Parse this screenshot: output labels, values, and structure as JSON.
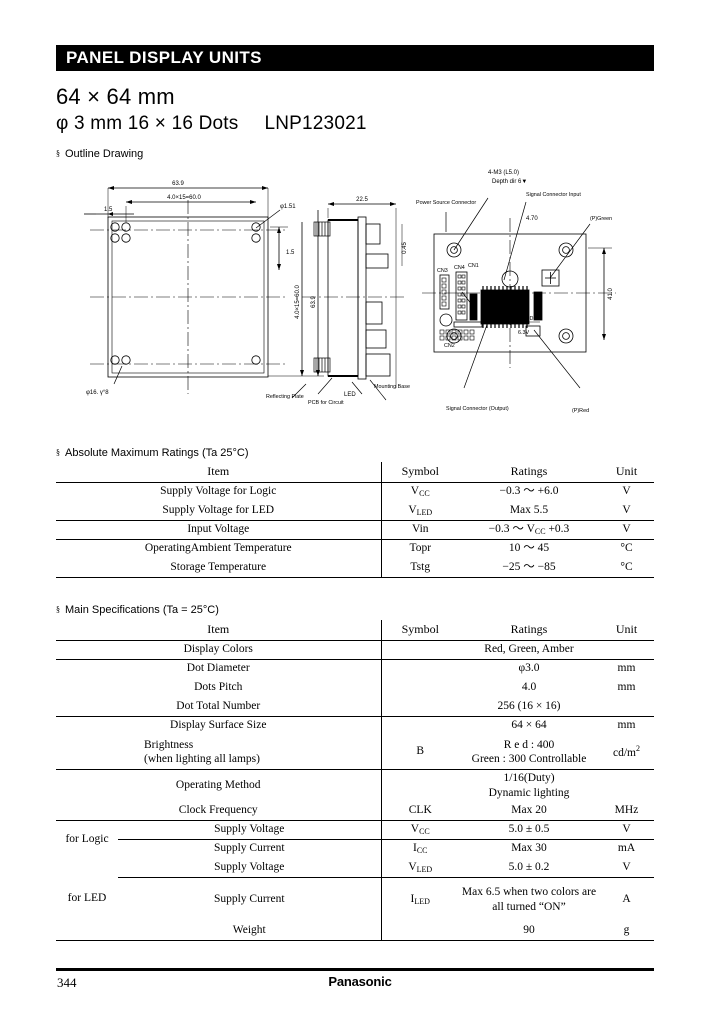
{
  "header": {
    "banner": "PANEL DISPLAY UNITS",
    "title_line1": "64 × 64 mm",
    "title_line2": "φ 3 mm 16 × 16 Dots",
    "part_number": "LNP123021"
  },
  "sections": {
    "outline": "Outline Drawing",
    "absolute": "Absolute  Maximum  Ratings (Ta  25°C)",
    "main": "Main  Specifications (Ta = 25°C)",
    "bullet": "§"
  },
  "drawing": {
    "dim_top_overall": "63.9",
    "dim_top_pitch": "4.0×15=60.0",
    "dim_left_offset": "1.5",
    "dim_hole": "φ1.51",
    "dim_right_small": "1.5",
    "dim_vert_pitch": "4.0×15=60.0",
    "dim_vert_overall": "63.9",
    "dim_depth": "22.5",
    "dim_section_a": "0.45",
    "dim_pcb_height": "41.0",
    "dim_pcb_note1": "4.70",
    "label_dots": "φ16. γ°8",
    "label_reflecting": "Reflecting Plate",
    "label_led": "LED",
    "label_mounting": "Mounting Base",
    "label_pcb_circuit": "PCB for Circuit",
    "label_m3": "4-M3 (L5.0)",
    "label_m3b": "Depth dir 6▼",
    "label_source_conn": "Power Source Connector",
    "label_signal_in": "Signal  Connector Input",
    "label_signal_out": "Signal Connector (Output)",
    "label_green": "(P)Green",
    "label_red": "(P)Red",
    "label_cn3": "CN3",
    "label_cn4": "CN4",
    "label_cn1": "CN1",
    "label_cn2": "CN2",
    "label_vdd": "VDD",
    "label_vdd2": "6.3V"
  },
  "abs_table": {
    "columns": [
      "Item",
      "Symbol",
      "Ratings",
      "Unit"
    ],
    "rows": [
      {
        "item": "Supply Voltage for Logic",
        "sym": "V",
        "sym_sub": "CC",
        "rating": "−0.3 ～ +6.0",
        "unit": "V",
        "group_top": true
      },
      {
        "item": "Supply Voltage for LED",
        "sym": "V",
        "sym_sub": "LED",
        "rating": "Max 5.5",
        "unit": "V",
        "group_top": false
      },
      {
        "item": "Input Voltage",
        "sym": "Vin",
        "sym_sub": "",
        "rating": "−0.3 ～ V_CC +0.3",
        "unit": "V",
        "group_top": true
      },
      {
        "item": "OperatingAmbient Temperature",
        "sym": "Topr",
        "sym_sub": "",
        "rating": "10 ～ 45",
        "unit": "°C",
        "group_top": true
      },
      {
        "item": "Storage Temperature",
        "sym": "Tstg",
        "sym_sub": "",
        "rating": "−25 ～ −85",
        "unit": "°C",
        "group_top": false
      }
    ]
  },
  "main_table": {
    "columns": [
      "Item",
      "Symbol",
      "Ratings",
      "Unit"
    ],
    "r_display_colors": {
      "item": "Display Colors",
      "sym": "",
      "rating": "Red,  Green,  Amber",
      "unit": ""
    },
    "r_dot_diameter": {
      "item": "Dot Diameter",
      "sym": "",
      "rating": "φ3.0",
      "unit": "mm"
    },
    "r_dots_pitch": {
      "item": "Dots Pitch",
      "sym": "",
      "rating": "4.0",
      "unit": "mm"
    },
    "r_dot_total": {
      "item": "Dot Total Number",
      "sym": "",
      "rating": "256 (16 × 16)",
      "unit": ""
    },
    "r_surface": {
      "item": "Display Surface Size",
      "sym": "",
      "rating": "64 × 64",
      "unit": "mm"
    },
    "r_brightness": {
      "item_l1": "Brightness",
      "item_l2": "(when lighting all lamps)",
      "sym": "B",
      "rating_l1": "R e d : 400",
      "rating_l2": "Green : 300   Controllable",
      "unit": "cd/m",
      "unit_sup": "2"
    },
    "r_operating": {
      "item": "Operating Method",
      "sym": "",
      "rating_l1": "1/16(Duty)",
      "rating_l2": "Dynamic lighting",
      "unit": ""
    },
    "r_clock": {
      "item": "Clock Frequency",
      "sym": "CLK",
      "rating": "Max 20",
      "unit": "MHz"
    },
    "group_logic": "for Logic",
    "group_led": "for LED",
    "r_logic_v": {
      "item": "Supply Voltage",
      "sym": "V",
      "sym_sub": "CC",
      "rating": "5.0 ± 0.5",
      "unit": "V"
    },
    "r_logic_i": {
      "item": "Supply Current",
      "sym": "I",
      "sym_sub": "CC",
      "rating": "Max 30",
      "unit": "mA"
    },
    "r_led_v": {
      "item": "Supply Voltage",
      "sym": "V",
      "sym_sub": "LED",
      "rating": "5.0 ± 0.2",
      "unit": "V"
    },
    "r_led_i": {
      "item": "Supply Current",
      "sym": "I",
      "sym_sub": "LED",
      "rating_l1": "Max 6.5 when two colors are",
      "rating_l2": "all turned “ON”",
      "unit": "A"
    },
    "r_weight": {
      "item": "Weight",
      "sym": "",
      "rating": "90",
      "unit": "g"
    }
  },
  "footer": {
    "page": "344",
    "brand": "Panasonic"
  }
}
